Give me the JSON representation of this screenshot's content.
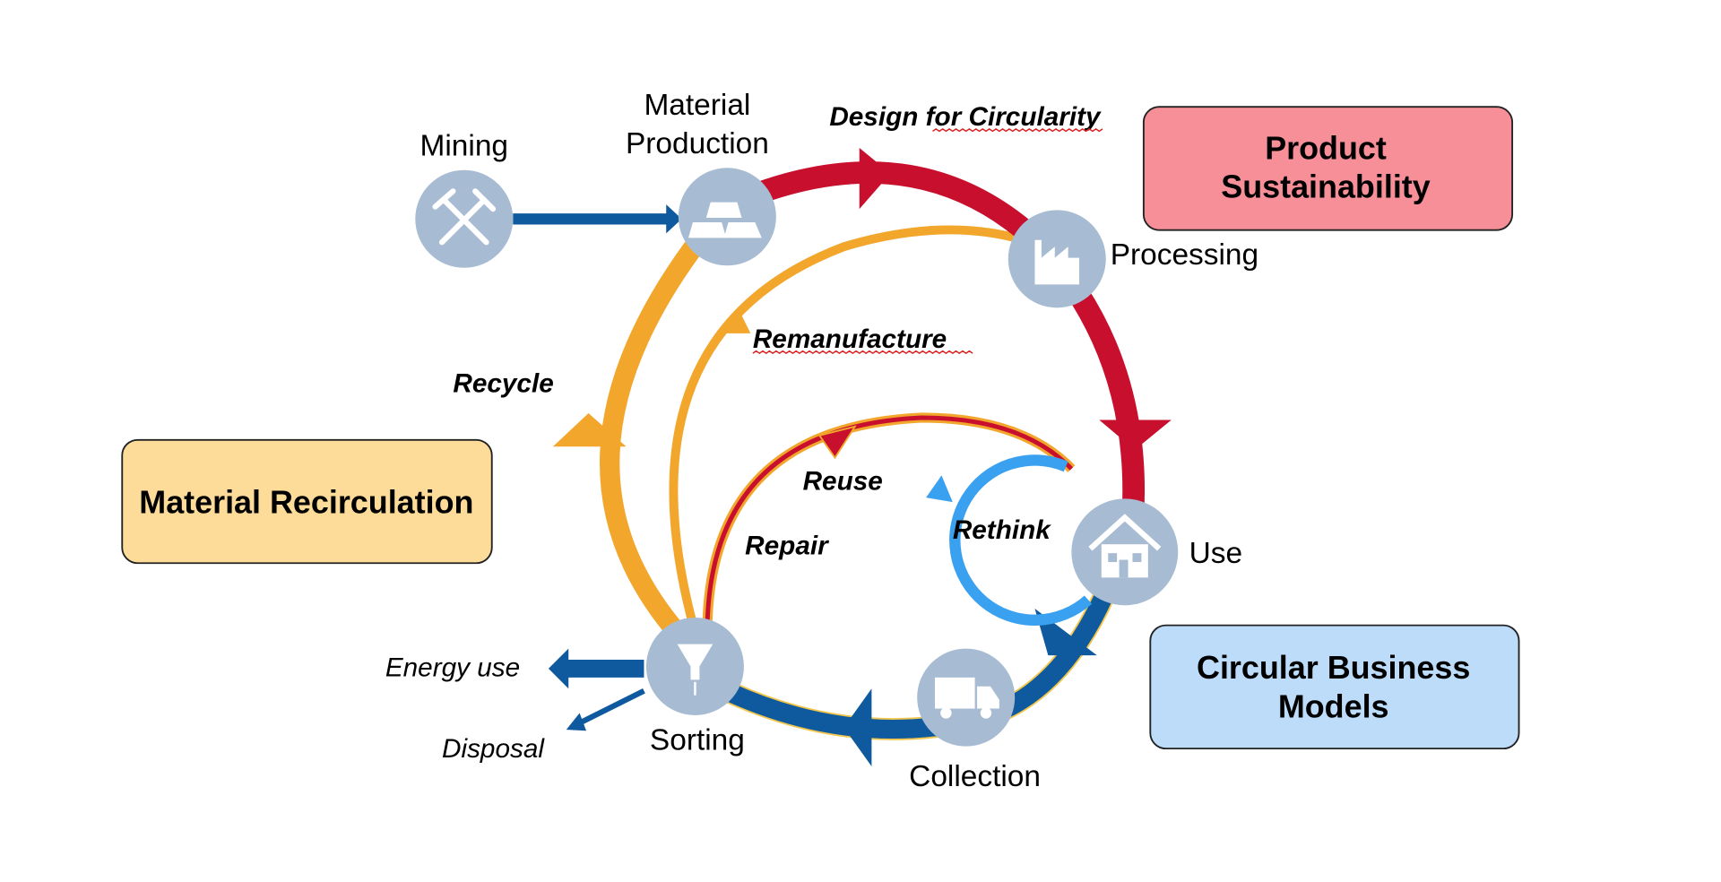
{
  "nodes": {
    "mining": "Mining",
    "material_production": [
      "Material",
      "Production"
    ],
    "processing": "Processing",
    "use": "Use",
    "collection": "Collection",
    "sorting": "Sorting"
  },
  "loops": {
    "design": "Design for Circularity",
    "remanufacture": "Remanufacture",
    "recycle": "Recycle",
    "reuse": "Reuse",
    "repair": "Repair",
    "rethink": "Rethink",
    "energy_use": "Energy use",
    "disposal": "Disposal"
  },
  "boxes": {
    "product_sustainability": [
      "Product",
      "Sustainability"
    ],
    "material_recirculation": "Material Recirculation",
    "circular_business_models": [
      "Circular Business",
      "Models"
    ]
  },
  "colors": {
    "red": "#c8102e",
    "blue": "#0f5a9e",
    "orange": "#f2a62c",
    "light_blue": "#3aa0f0",
    "node": "#a7bcd3",
    "box_pink": "#f68f98",
    "box_yellow": "#fcdc98",
    "box_blue": "#bcdcfa"
  }
}
